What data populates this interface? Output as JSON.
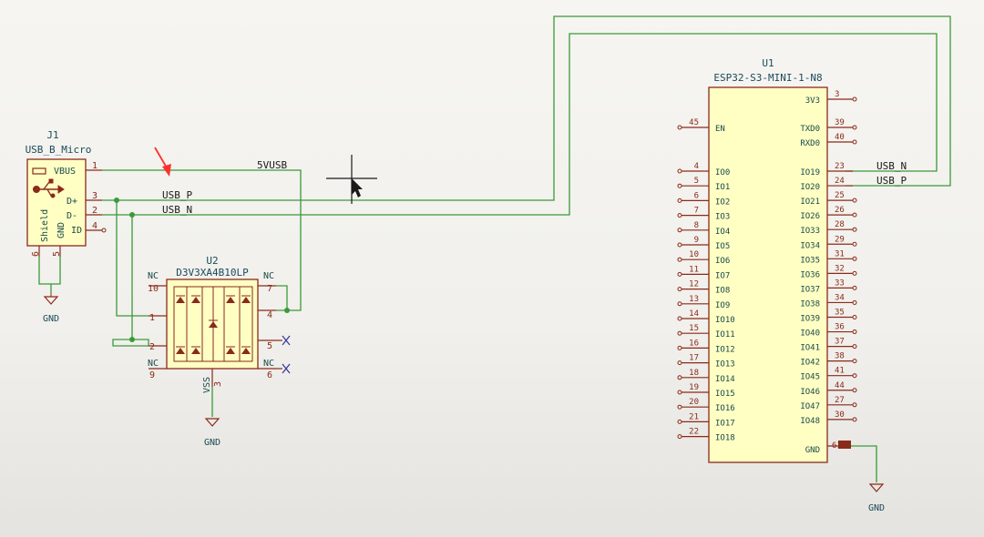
{
  "colors": {
    "background": "#f5f4f0",
    "wire": "#3a9a3a",
    "component_fill": "#ffffc4",
    "component_border": "#8a2a1a",
    "pin": "#8a2a1a",
    "pin_number": "#8a2a1a",
    "pin_name": "#1a4a4a",
    "ref": "#1a4a5a",
    "net_label": "#1a1a1a",
    "power_symbol": "#8a2a1a",
    "no_connect": "#3a3aa0",
    "arrow": "#ff3030"
  },
  "j1": {
    "ref": "J1",
    "value": "USB_B_Micro",
    "pins": [
      {
        "name": "VBUS",
        "num": "1"
      },
      {
        "name": "D+",
        "num": "3"
      },
      {
        "name": "D-",
        "num": "2"
      },
      {
        "name": "ID",
        "num": "4"
      }
    ],
    "shield_label": "Shield",
    "gnd_label": "GND",
    "bottom_pins": [
      "6",
      "5"
    ]
  },
  "u2": {
    "ref": "U2",
    "value": "D3V3XA4B10LP",
    "left_pins": [
      {
        "nc": "NC",
        "num": "10"
      },
      {
        "nc": "",
        "num": "1"
      },
      {
        "nc": "",
        "num": "2"
      },
      {
        "nc": "NC",
        "num": "9"
      }
    ],
    "right_pins": [
      {
        "nc": "NC",
        "num": "7"
      },
      {
        "nc": "",
        "num": "4"
      },
      {
        "nc": "",
        "num": "5"
      },
      {
        "nc": "NC",
        "num": "6"
      }
    ],
    "vss_label": "VSS",
    "vss_num": "3"
  },
  "u1": {
    "ref": "U1",
    "value": "ESP32-S3-MINI-1-N8",
    "left_pins": [
      {
        "name": "EN",
        "num": "45"
      },
      {
        "name": "IO0",
        "num": "4"
      },
      {
        "name": "IO1",
        "num": "5"
      },
      {
        "name": "IO2",
        "num": "6"
      },
      {
        "name": "IO3",
        "num": "7"
      },
      {
        "name": "IO4",
        "num": "8"
      },
      {
        "name": "IO5",
        "num": "9"
      },
      {
        "name": "IO6",
        "num": "10"
      },
      {
        "name": "IO7",
        "num": "11"
      },
      {
        "name": "IO8",
        "num": "12"
      },
      {
        "name": "IO9",
        "num": "13"
      },
      {
        "name": "IO10",
        "num": "14"
      },
      {
        "name": "IO11",
        "num": "15"
      },
      {
        "name": "IO12",
        "num": "16"
      },
      {
        "name": "IO13",
        "num": "17"
      },
      {
        "name": "IO14",
        "num": "18"
      },
      {
        "name": "IO15",
        "num": "19"
      },
      {
        "name": "IO16",
        "num": "20"
      },
      {
        "name": "IO17",
        "num": "21"
      },
      {
        "name": "IO18",
        "num": "22"
      }
    ],
    "right_pins": [
      {
        "name": "3V3",
        "num": "3"
      },
      {
        "name": "TXD0",
        "num": "39"
      },
      {
        "name": "RXD0",
        "num": "40"
      },
      {
        "name": "IO19",
        "num": "23"
      },
      {
        "name": "IO20",
        "num": "24"
      },
      {
        "name": "IO21",
        "num": "25"
      },
      {
        "name": "IO26",
        "num": "26"
      },
      {
        "name": "IO33",
        "num": "28"
      },
      {
        "name": "IO34",
        "num": "29"
      },
      {
        "name": "IO35",
        "num": "31"
      },
      {
        "name": "IO36",
        "num": "32"
      },
      {
        "name": "IO37",
        "num": "33"
      },
      {
        "name": "IO38",
        "num": "34"
      },
      {
        "name": "IO39",
        "num": "35"
      },
      {
        "name": "IO40",
        "num": "36"
      },
      {
        "name": "IO41",
        "num": "37"
      },
      {
        "name": "IO42",
        "num": "38"
      },
      {
        "name": "IO45",
        "num": "41"
      },
      {
        "name": "IO46",
        "num": "44"
      },
      {
        "name": "IO47",
        "num": "27"
      },
      {
        "name": "IO48",
        "num": "30"
      }
    ],
    "gnd_pin": {
      "name": "GND",
      "num": "61"
    }
  },
  "nets": {
    "vbus": "5VUSB",
    "usb_p": "USB_P",
    "usb_n": "USB_N",
    "u1_usb_n": "USB_N",
    "u1_usb_p": "USB_P"
  },
  "gnd_symbols": [
    "GND",
    "GND",
    "GND"
  ]
}
